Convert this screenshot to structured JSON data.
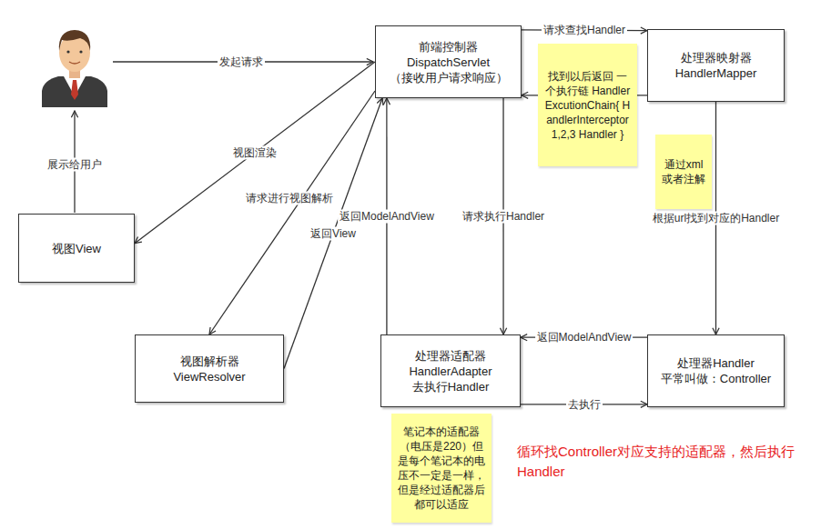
{
  "diagram": {
    "nodes": [
      {
        "text": [
          "前端控制器",
          "DispatchServlet",
          "（接收用户请求响应）"
        ]
      },
      {
        "text": [
          "处理器映射器",
          "HandlerMapper"
        ]
      },
      {
        "text": [
          "处理器适配器",
          "HandlerAdapter",
          "去执行Handler"
        ]
      },
      {
        "text": [
          "处理器Handler",
          "平常叫做：Controller"
        ]
      },
      {
        "text": [
          "视图解析器",
          "ViewResolver"
        ]
      },
      {
        "text": [
          "视图View"
        ]
      },
      {
        "text": [
          "找到以后返回 一个执行链 HandlerExcutionChain{ HandlerInterceptor1,2,3 Handler }"
        ]
      },
      {
        "text": [
          "通过xml或者注解"
        ]
      },
      {
        "text": [
          "笔记本的适配器（电压是220）但是每个笔记本的电压不一定是一样，但是经过适配器后都可以适应"
        ]
      }
    ],
    "edges": [
      {
        "from": 0,
        "to": 1,
        "label": "请求查找Handler",
        "arrow": "to"
      },
      {
        "from": 1,
        "to": 0,
        "arrow": "to"
      },
      {
        "from": 1,
        "to": 3,
        "label": "根据url找到对应的Handler",
        "arrow": "to"
      },
      {
        "from": 0,
        "to": 2,
        "label": "请求执行Handler",
        "arrow": "to"
      },
      {
        "from": 2,
        "to": 3,
        "label": "去执行",
        "arrow": "to"
      },
      {
        "from": 3,
        "to": 2,
        "label": "返回ModelAndView",
        "arrow": "to"
      },
      {
        "from": 2,
        "to": 0,
        "label": "返回ModelAndView",
        "arrow": "to"
      },
      {
        "from": 0,
        "to": 4,
        "label": "请求进行视图解析",
        "arrow": "to"
      },
      {
        "from": 4,
        "to": 0,
        "label": "返回View",
        "arrow": "to"
      },
      {
        "from": 0,
        "to": 5,
        "label": "视图渲染",
        "arrow": "to"
      }
    ],
    "labels": [
      "发起请求",
      "展示给用户",
      "循环找Controller对应支持的适配器，然后执行Handler"
    ]
  }
}
